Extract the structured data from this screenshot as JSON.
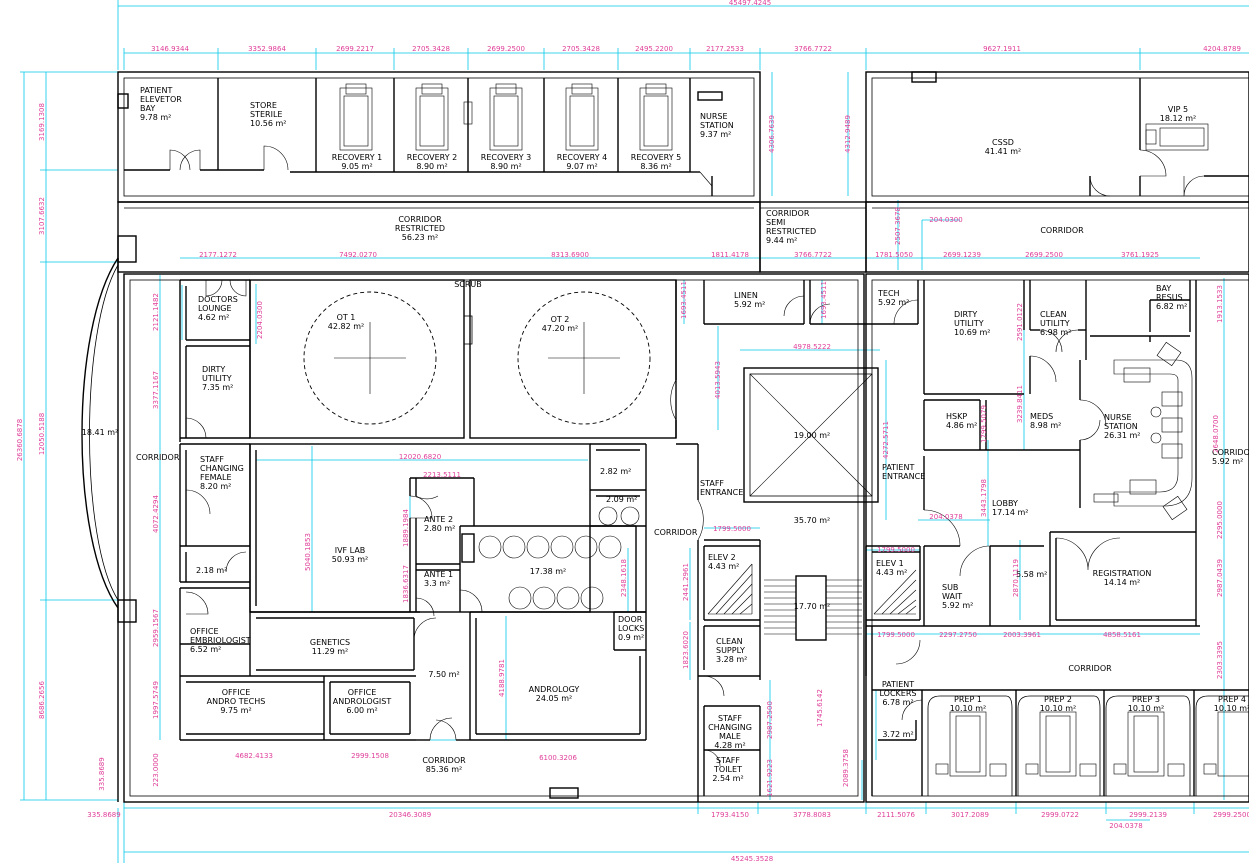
{
  "colors": {
    "dimension_line": "#00c8e8",
    "dimension_text": "#e0409a",
    "walls": "#000000"
  },
  "rooms": [
    {
      "id": "patient-elevator-bay",
      "lines": [
        "PATIENT",
        "ELEVETOR",
        "BAY"
      ],
      "area": "9.78 m²"
    },
    {
      "id": "store-sterile",
      "lines": [
        "STORE",
        "STERILE"
      ],
      "area": "10.56 m²"
    },
    {
      "id": "recovery-1",
      "lines": [
        "RECOVERY 1"
      ],
      "area": "9.05 m²"
    },
    {
      "id": "recovery-2",
      "lines": [
        "RECOVERY 2"
      ],
      "area": "8.90 m²"
    },
    {
      "id": "recovery-3",
      "lines": [
        "RECOVERY 3"
      ],
      "area": "8.90 m²"
    },
    {
      "id": "recovery-4",
      "lines": [
        "RECOVERY 4"
      ],
      "area": "9.07 m²"
    },
    {
      "id": "recovery-5",
      "lines": [
        "RECOVERY 5"
      ],
      "area": "8.36 m²"
    },
    {
      "id": "nurse-station-top",
      "lines": [
        "NURSE",
        "STATION"
      ],
      "area": "9.37 m²"
    },
    {
      "id": "cssd",
      "lines": [
        "CSSD"
      ],
      "area": "41.41 m²"
    },
    {
      "id": "vip-5",
      "lines": [
        "VIP 5"
      ],
      "area": "18.12 m²"
    },
    {
      "id": "corridor-restricted",
      "lines": [
        "CORRIDOR",
        "RESTRICTED"
      ],
      "area": "56.23 m²"
    },
    {
      "id": "corridor-semi-restricted",
      "lines": [
        "CORRIDOR",
        "SEMI",
        "RESTRICTED"
      ],
      "area": "9.44 m²"
    },
    {
      "id": "corridor-top-right",
      "lines": [
        "CORRIDOR"
      ],
      "area": ""
    },
    {
      "id": "doctors-lounge",
      "lines": [
        "DOCTORS",
        "LOUNGE"
      ],
      "area": "4.62 m²"
    },
    {
      "id": "ot-1",
      "lines": [
        "OT 1"
      ],
      "area": "42.82 m²"
    },
    {
      "id": "ot-2",
      "lines": [
        "OT 2"
      ],
      "area": "47.20 m²"
    },
    {
      "id": "scrub",
      "lines": [
        "SCRUB"
      ],
      "area": ""
    },
    {
      "id": "linen",
      "lines": [
        "LINEN"
      ],
      "area": "5.92 m²"
    },
    {
      "id": "tech",
      "lines": [
        "TECH"
      ],
      "area": "5.92 m²"
    },
    {
      "id": "dirty-utility-right",
      "lines": [
        "DIRTY",
        "UTILITY"
      ],
      "area": "10.69 m²"
    },
    {
      "id": "clean-utility",
      "lines": [
        "CLEAN",
        "UTILITY"
      ],
      "area": "6.98 m²"
    },
    {
      "id": "bay-resus",
      "lines": [
        "BAY",
        "RESUS"
      ],
      "area": "6.82 m²"
    },
    {
      "id": "dirty-utility-left",
      "lines": [
        "DIRTY",
        "UTILITY"
      ],
      "area": "7.35 m²"
    },
    {
      "id": "lobby-left",
      "lines": [],
      "area": "18.41 m²"
    },
    {
      "id": "corridor-left",
      "lines": [
        "CORRIDOR"
      ],
      "area": ""
    },
    {
      "id": "staff-changing-female",
      "lines": [
        "STAFF",
        "CHANGING",
        "FEMALE"
      ],
      "area": "8.20 m²"
    },
    {
      "id": "small-218",
      "lines": [],
      "area": "2.18 m²"
    },
    {
      "id": "ivf-lab",
      "lines": [
        "IVF LAB"
      ],
      "area": "50.93 m²"
    },
    {
      "id": "ante-2",
      "lines": [
        "ANTE 2"
      ],
      "area": "2.80 m²"
    },
    {
      "id": "ante-1",
      "lines": [
        "ANTE 1"
      ],
      "area": "3.3 m²"
    },
    {
      "id": "cryo",
      "lines": [],
      "area": "17.38 m²"
    },
    {
      "id": "small-282",
      "lines": [],
      "area": "2.82 m²"
    },
    {
      "id": "small-209",
      "lines": [],
      "area": "2.09 m²"
    },
    {
      "id": "door-locks",
      "lines": [
        "DOOR",
        "LOCKS"
      ],
      "area": "0.9 m²"
    },
    {
      "id": "staff-entrance",
      "lines": [
        "STAFF",
        "ENTRANCE"
      ],
      "area": ""
    },
    {
      "id": "elevator-hall",
      "lines": [],
      "area": "19.00 m²"
    },
    {
      "id": "patient-entrance",
      "lines": [
        "PATIENT",
        "ENTRANCE"
      ],
      "area": ""
    },
    {
      "id": "atrium",
      "lines": [],
      "area": "35.70 m²"
    },
    {
      "id": "hskp",
      "lines": [
        "HSKP"
      ],
      "area": "4.86 m²"
    },
    {
      "id": "meds",
      "lines": [
        "MEDS"
      ],
      "area": "8.98 m²"
    },
    {
      "id": "nurse-station-right",
      "lines": [
        "NURSE",
        "STATION"
      ],
      "area": "26.31 m²"
    },
    {
      "id": "corridor-right",
      "lines": [
        "CORRIDOR"
      ],
      "area": "5.92 m²"
    },
    {
      "id": "lobby",
      "lines": [
        "LOBBY"
      ],
      "area": "17.14 m²"
    },
    {
      "id": "office-embriologist",
      "lines": [
        "OFFICE",
        "EMBRIOLOGIST"
      ],
      "area": "6.52 m²"
    },
    {
      "id": "genetics",
      "lines": [
        "GENETICS"
      ],
      "area": "11.29 m²"
    },
    {
      "id": "corridor-center",
      "lines": [
        "CORRIDOR"
      ],
      "area": ""
    },
    {
      "id": "elev-2",
      "lines": [
        "ELEV 2"
      ],
      "area": "4.43 m²"
    },
    {
      "id": "stair",
      "lines": [],
      "area": "17.70 m²"
    },
    {
      "id": "elev-1",
      "lines": [
        "ELEV 1"
      ],
      "area": "4.43 m²"
    },
    {
      "id": "sub-wait",
      "lines": [
        "SUB",
        "WAIT"
      ],
      "area": "5.92 m²"
    },
    {
      "id": "small-558",
      "lines": [],
      "area": "5.58 m²"
    },
    {
      "id": "registration",
      "lines": [
        "REGISTRATION"
      ],
      "area": "14.14 m²"
    },
    {
      "id": "clean-supply",
      "lines": [
        "CLEAN",
        "SUPPLY"
      ],
      "area": "3.28 m²"
    },
    {
      "id": "corridor-lower-right",
      "lines": [
        "CORRIDOR"
      ],
      "area": ""
    },
    {
      "id": "office-andro-techs",
      "lines": [
        "OFFICE",
        "ANDRO TECHS"
      ],
      "area": "9.75 m²"
    },
    {
      "id": "office-andrologist",
      "lines": [
        "OFFICE",
        "ANDROLOGIST"
      ],
      "area": "6.00 m²"
    },
    {
      "id": "vestibule-750",
      "lines": [],
      "area": "7.50 m²"
    },
    {
      "id": "andrology",
      "lines": [
        "ANDROLOGY"
      ],
      "area": "24.05 m²"
    },
    {
      "id": "patient-lockers",
      "lines": [
        "PATIENT",
        "LOCKERS"
      ],
      "area": "6.78 m²"
    },
    {
      "id": "staff-changing-male",
      "lines": [
        "STAFF",
        "CHANGING",
        "MALE"
      ],
      "area": "4.28 m²"
    },
    {
      "id": "staff-toilet",
      "lines": [
        "STAFF",
        "TOILET"
      ],
      "area": "2.54 m²"
    },
    {
      "id": "corridor-bottom",
      "lines": [
        "CORRIDOR"
      ],
      "area": "85.36 m²"
    },
    {
      "id": "small-372",
      "lines": [],
      "area": "3.72 m²"
    },
    {
      "id": "prep-1",
      "lines": [
        "PREP 1"
      ],
      "area": "10.10 m²"
    },
    {
      "id": "prep-2",
      "lines": [
        "PREP 2"
      ],
      "area": "10.10 m²"
    },
    {
      "id": "prep-3",
      "lines": [
        "PREP 3"
      ],
      "area": "10.10 m²"
    },
    {
      "id": "prep-4",
      "lines": [
        "PREP 4"
      ],
      "area": "10.10 m²"
    }
  ],
  "dimensions": [
    {
      "id": "total-top",
      "text": "45497.4245"
    },
    {
      "id": "total-bottom",
      "text": "45245.3528"
    },
    {
      "id": "top-1",
      "text": "3146.9344"
    },
    {
      "id": "top-2",
      "text": "3352.9864"
    },
    {
      "id": "top-3",
      "text": "2699.2217"
    },
    {
      "id": "top-4",
      "text": "2705.3428"
    },
    {
      "id": "top-5",
      "text": "2699.2500"
    },
    {
      "id": "top-6",
      "text": "2705.3428"
    },
    {
      "id": "top-7",
      "text": "2495.2200"
    },
    {
      "id": "top-8",
      "text": "2177.2533"
    },
    {
      "id": "top-9",
      "text": "3766.7722"
    },
    {
      "id": "top-10",
      "text": "9627.1911"
    },
    {
      "id": "top-11",
      "text": "4204.8789"
    },
    {
      "id": "mid-1",
      "text": "2177.1272"
    },
    {
      "id": "mid-2",
      "text": "7492.0270"
    },
    {
      "id": "mid-3",
      "text": "8313.6900"
    },
    {
      "id": "mid-4",
      "text": "1811.4178"
    },
    {
      "id": "mid-5",
      "text": "3766.7722"
    },
    {
      "id": "mid-6",
      "text": "1781.5050"
    },
    {
      "id": "mid-7",
      "text": "2699.1239"
    },
    {
      "id": "mid-8",
      "text": "2699.2500"
    },
    {
      "id": "mid-9",
      "text": "3761.1925"
    },
    {
      "id": "mid-10",
      "text": "204.0300"
    },
    {
      "id": "in-1",
      "text": "4978.5222"
    },
    {
      "id": "in-2",
      "text": "12020.6820"
    },
    {
      "id": "in-3",
      "text": "2213.5111"
    },
    {
      "id": "in-4",
      "text": "1799.5000"
    },
    {
      "id": "in-5",
      "text": "204.0378"
    },
    {
      "id": "in-6",
      "text": "1799.5000"
    },
    {
      "id": "in-7",
      "text": "1799.5000"
    },
    {
      "id": "in-8",
      "text": "2297.2750"
    },
    {
      "id": "in-9",
      "text": "2003.3961"
    },
    {
      "id": "in-10",
      "text": "4858.5161"
    },
    {
      "id": "low-1",
      "text": "4682.4133"
    },
    {
      "id": "low-2",
      "text": "2999.1508"
    },
    {
      "id": "low-3",
      "text": "6100.3206"
    },
    {
      "id": "bot-1",
      "text": "335.8689"
    },
    {
      "id": "bot-2",
      "text": "20346.3089"
    },
    {
      "id": "bot-3",
      "text": "1793.4150"
    },
    {
      "id": "bot-4",
      "text": "3778.8083"
    },
    {
      "id": "bot-5",
      "text": "2111.5076"
    },
    {
      "id": "bot-6",
      "text": "3017.2089"
    },
    {
      "id": "bot-7",
      "text": "2999.0722"
    },
    {
      "id": "bot-8",
      "text": "2999.2139"
    },
    {
      "id": "bot-9",
      "text": "204.0378"
    },
    {
      "id": "bot-10",
      "text": "2999.2500"
    },
    {
      "id": "left-total",
      "text": "26360.6878"
    },
    {
      "id": "left-1",
      "text": "3169.1308"
    },
    {
      "id": "left-2",
      "text": "3107.6632"
    },
    {
      "id": "left-3",
      "text": "12050.5188"
    },
    {
      "id": "left-4",
      "text": "8686.2656"
    },
    {
      "id": "left-5",
      "text": "335.8689"
    },
    {
      "id": "left-6",
      "text": "2121.1482"
    },
    {
      "id": "left-7",
      "text": "3377.1167"
    },
    {
      "id": "left-8",
      "text": "4072.4294"
    },
    {
      "id": "left-9",
      "text": "2959.1567"
    },
    {
      "id": "left-10",
      "text": "1997.5749"
    },
    {
      "id": "left-11",
      "text": "223.0000"
    },
    {
      "id": "v-1",
      "text": "2204.0300"
    },
    {
      "id": "v-2",
      "text": "5040.1853"
    },
    {
      "id": "v-3",
      "text": "1889.1984"
    },
    {
      "id": "v-4",
      "text": "1836.6317"
    },
    {
      "id": "v-5",
      "text": "2348.1618"
    },
    {
      "id": "v-6",
      "text": "4188.9781"
    },
    {
      "id": "v-7",
      "text": "1693.4511"
    },
    {
      "id": "v-8",
      "text": "4013.5943"
    },
    {
      "id": "v-9",
      "text": "2441.2961"
    },
    {
      "id": "v-10",
      "text": "1823.6020"
    },
    {
      "id": "v-11",
      "text": "2987.2500"
    },
    {
      "id": "v-12",
      "text": "1621.9223"
    },
    {
      "id": "v-13",
      "text": "4306.7639"
    },
    {
      "id": "v-14",
      "text": "4312.9489"
    },
    {
      "id": "v-15",
      "text": "2507.3678"
    },
    {
      "id": "v-16",
      "text": "1693.4511"
    },
    {
      "id": "v-17",
      "text": "4272.5711"
    },
    {
      "id": "v-18",
      "text": "2591.0122"
    },
    {
      "id": "v-19",
      "text": "3239.8411"
    },
    {
      "id": "v-20",
      "text": "1799.5079"
    },
    {
      "id": "v-21",
      "text": "3443.1798"
    },
    {
      "id": "v-22",
      "text": "2870.1119"
    },
    {
      "id": "v-23",
      "text": "1745.6142"
    },
    {
      "id": "v-24",
      "text": "2089.3758"
    },
    {
      "id": "v-25",
      "text": "1913.1533"
    },
    {
      "id": "v-26",
      "text": "2648.0700"
    },
    {
      "id": "v-27",
      "text": "2295.0000"
    },
    {
      "id": "v-28",
      "text": "2987.0439"
    },
    {
      "id": "v-29",
      "text": "2303.3395"
    }
  ]
}
